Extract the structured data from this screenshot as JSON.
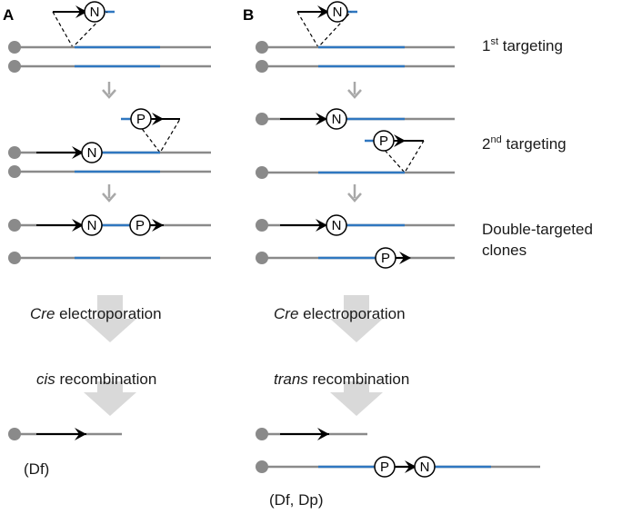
{
  "panels": {
    "a": "A",
    "b": "B"
  },
  "markers": {
    "neo": "N",
    "puro": "P"
  },
  "stage_labels": {
    "first": {
      "num": "1",
      "sup": "st",
      "rest": " targeting"
    },
    "second": {
      "num": "2",
      "sup": "nd",
      "rest": " targeting"
    },
    "double_line1": "Double-targeted",
    "double_line2": "clones"
  },
  "steps": {
    "cre_italic": "Cre",
    "cre_rest": " electroporation",
    "cis_italic": "cis",
    "trans_italic": "trans",
    "recombination": " recombination"
  },
  "results": {
    "a": "(Df)",
    "b": "(Df, Dp)"
  },
  "colors": {
    "chromosome": "#8a8a8a",
    "target_region": "#2f77c0",
    "arrow_gray": "#a8a8a8",
    "big_arrow": "#d9d9d9",
    "loxp": "#000000"
  }
}
